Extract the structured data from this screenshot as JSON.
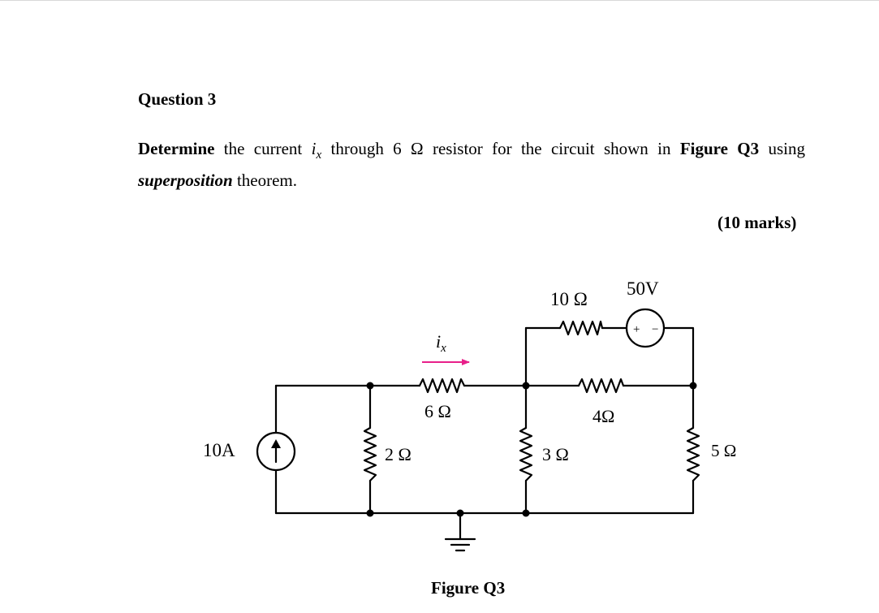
{
  "question": {
    "title": "Question 3",
    "body": {
      "verb": "Determine",
      "t1": " the current ",
      "symbol": "i",
      "symbol_sub": "x",
      "t2": " through 6 Ω resistor for the circuit shown in ",
      "figure_ref": "Figure Q3",
      "t3": " using ",
      "method": "superposition",
      "t4": " theorem."
    },
    "marks": "(10 marks)"
  },
  "figure": {
    "caption": "Figure Q3",
    "labels": {
      "source_current": "10A",
      "r2": "2 Ω",
      "r6": "6 Ω",
      "r3": "3 Ω",
      "r4": "4Ω",
      "r10": "10 Ω",
      "v50": "50V",
      "r5": "5 Ω",
      "current_symbol": "i",
      "current_sub": "x",
      "plus": "+",
      "minus": "−"
    },
    "colors": {
      "wire": "#000000",
      "current_arrow": "#e8208a"
    }
  }
}
